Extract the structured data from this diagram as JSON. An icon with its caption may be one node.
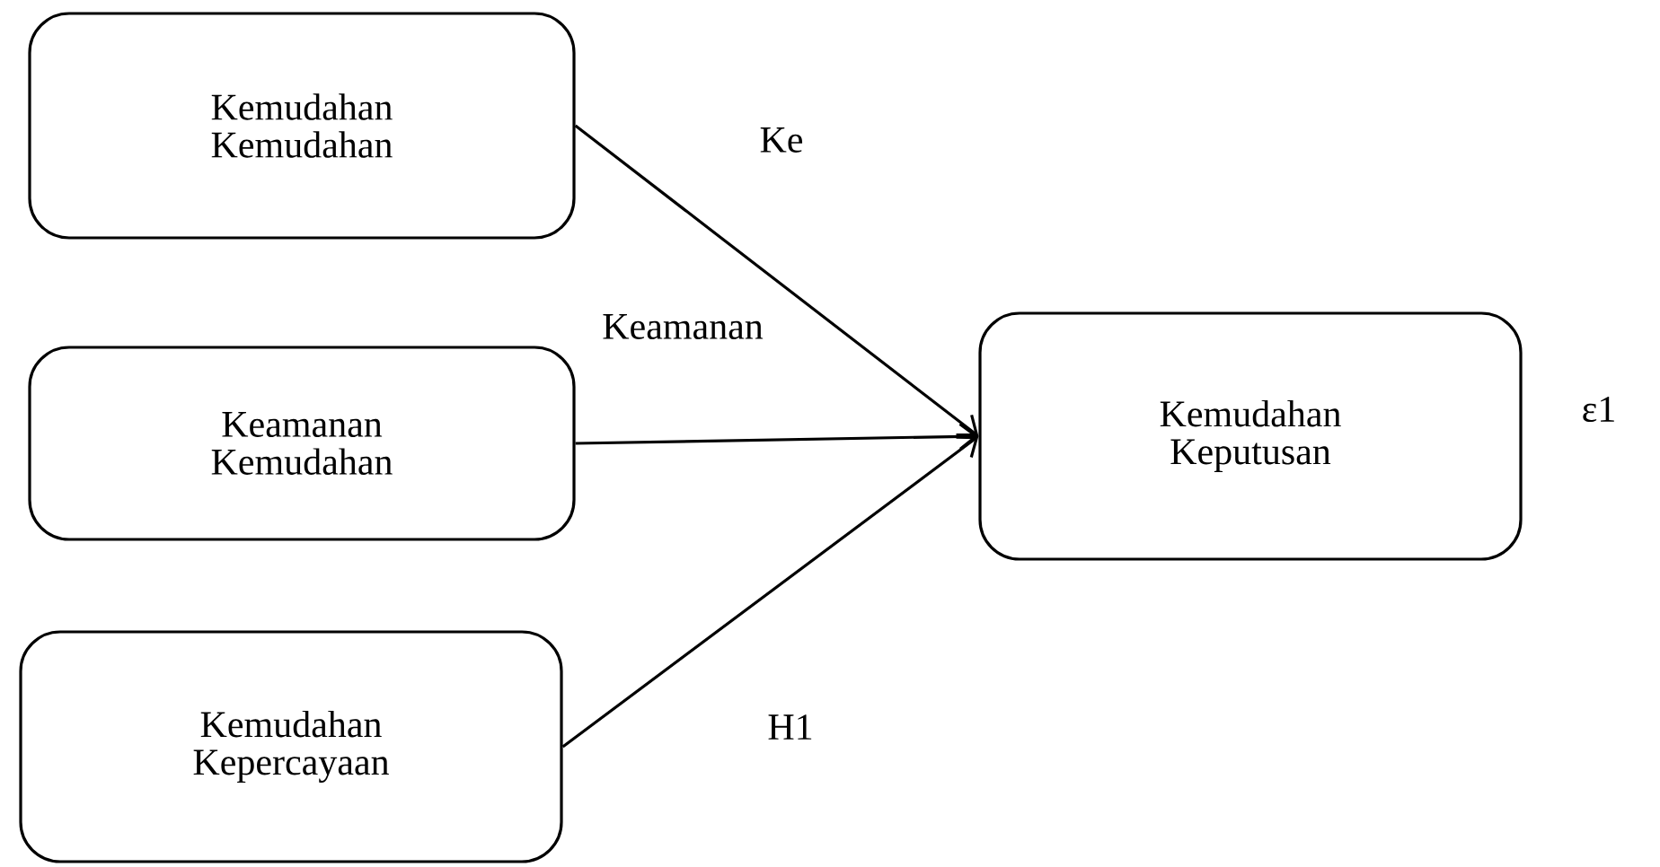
{
  "diagram": {
    "nodes": [
      {
        "text": [
          "Kemudahan",
          "Kemudahan"
        ]
      },
      {
        "text": [
          "Keamanan",
          "Kemudahan"
        ]
      },
      {
        "text": [
          "Kemudahan",
          "Kepercayaan"
        ]
      },
      {
        "text": [
          "Kemudahan",
          "Keputusan"
        ],
        "beside": [
          "ε1"
        ]
      }
    ],
    "edges": [
      {
        "from": 0,
        "to": 3,
        "arrow": "to",
        "label": "Ke"
      },
      {
        "from": 1,
        "to": 3,
        "arrow": "to",
        "label": "Keamanan"
      },
      {
        "from": 2,
        "to": 3,
        "arrow": "to",
        "label": "H1"
      }
    ]
  }
}
